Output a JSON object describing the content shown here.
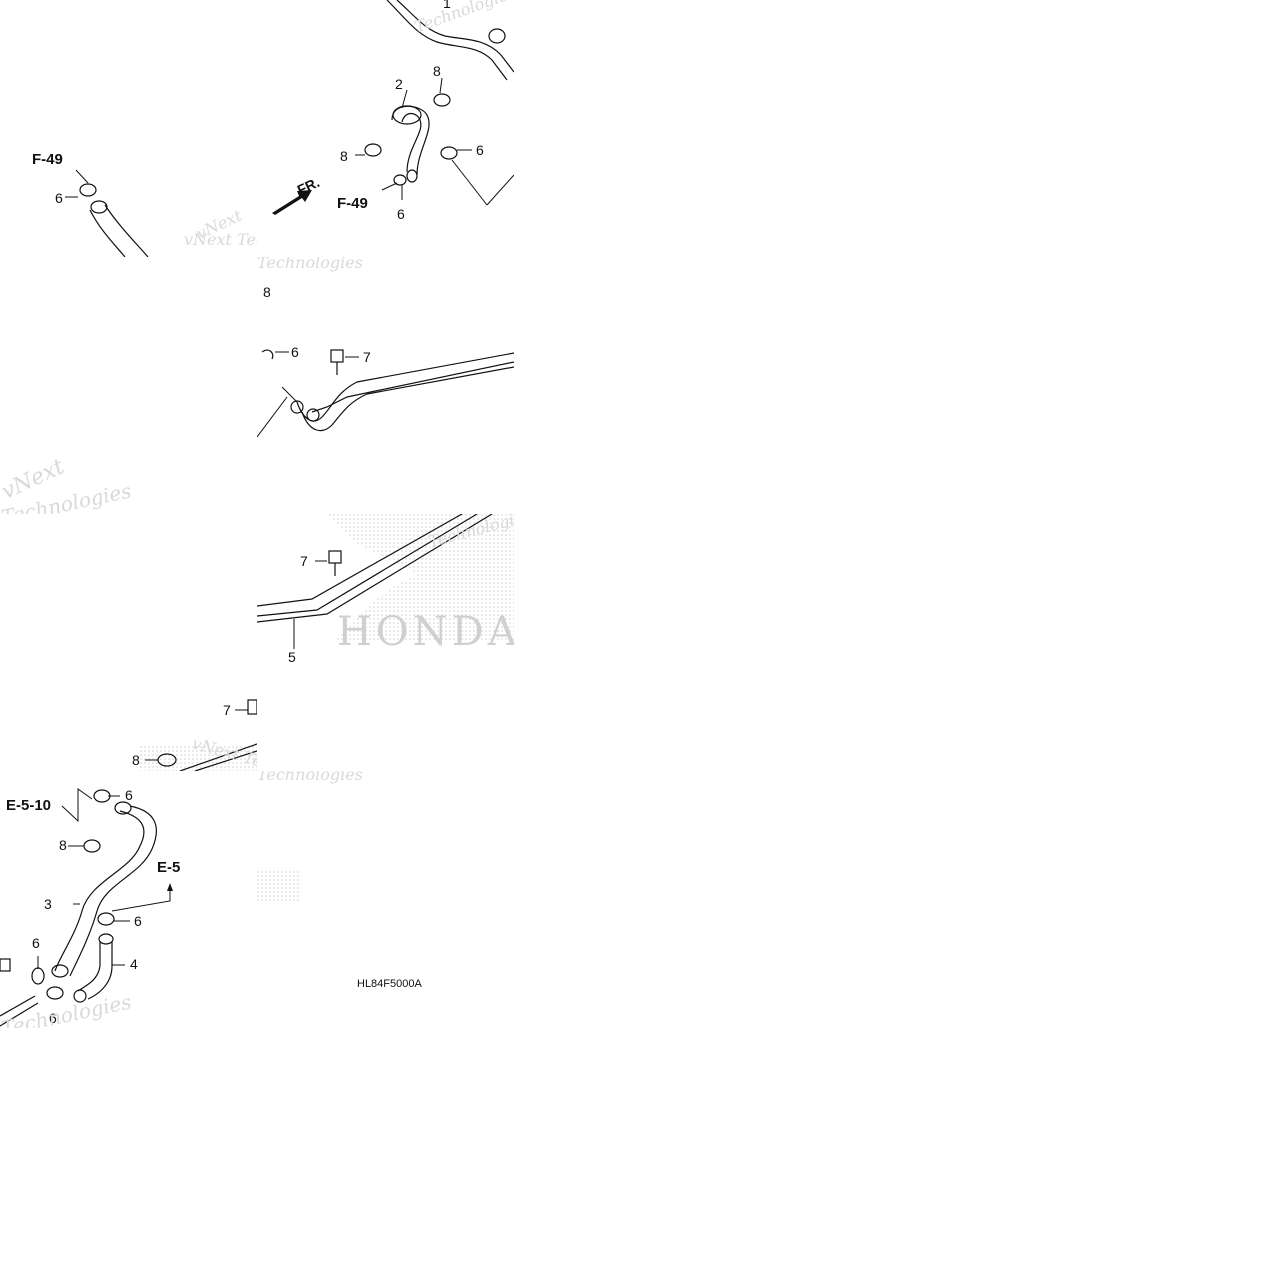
{
  "diagram": {
    "part_code": "HL84F5000A",
    "direction_label": "FR.",
    "ref_labels": [
      "F-49",
      "F-49",
      "E-5-10",
      "E-5"
    ],
    "part_numbers": [
      "1",
      "2",
      "3",
      "4",
      "5",
      "6",
      "6",
      "6",
      "6",
      "6",
      "6",
      "6",
      "6",
      "7",
      "7",
      "7",
      "8",
      "8",
      "8",
      "8",
      "8"
    ],
    "watermark": {
      "brand": "vNext Technologies",
      "word_tech": "Technologies",
      "word_vnext": "vNext",
      "logo_text": "HONDA"
    },
    "colors": {
      "line": "#111111",
      "watermark": "#d9d9d9",
      "background": "#ffffff"
    }
  }
}
